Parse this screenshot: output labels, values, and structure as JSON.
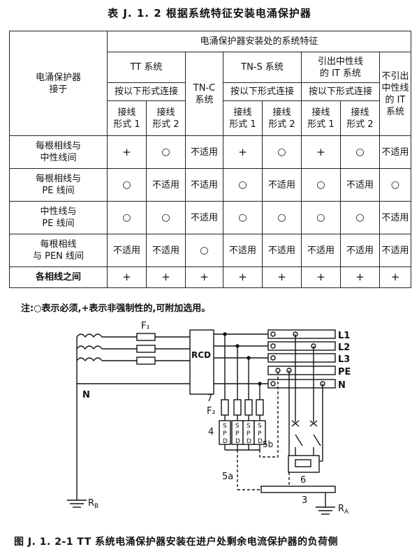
{
  "title": "表 J. 1. 2   根据系统特征安装电涌保护器",
  "table": {
    "corner": "电涌保护器\n接于",
    "group_header": "电涌保护器安装处的系统特征",
    "systems": {
      "tt": "TT 系统",
      "tnc": "TN-C\n系统",
      "tns": "TN-S 系统",
      "it_neutral": "引出中性线\n的 IT 系统",
      "it_no_neutral": "不引出\n中性线\n的 IT\n系统"
    },
    "connect_label": "按以下形式连接",
    "form1": "接线\n形式 1",
    "form2": "接线\n形式 2",
    "rows": [
      {
        "label": "每根相线与\n中性线间",
        "cells": [
          "+",
          "○",
          "不适用",
          "+",
          "○",
          "+",
          "○",
          "不适用"
        ]
      },
      {
        "label": "每根相线与\nPE 线间",
        "cells": [
          "○",
          "不适用",
          "不适用",
          "○",
          "不适用",
          "○",
          "不适用",
          "○"
        ]
      },
      {
        "label": "中性线与\nPE 线间",
        "cells": [
          "○",
          "○",
          "不适用",
          "○",
          "○",
          "○",
          "○",
          "不适用"
        ]
      },
      {
        "label": "每根相线\n与 PEN 线间",
        "cells": [
          "不适用",
          "不适用",
          "○",
          "不适用",
          "不适用",
          "不适用",
          "不适用",
          "不适用"
        ]
      },
      {
        "label": "各相线之间",
        "cells": [
          "+",
          "+",
          "+",
          "+",
          "+",
          "+",
          "+",
          "+"
        ]
      }
    ]
  },
  "note": "注:○表示必须,+表示非强制性的,可附加选用。",
  "diagram": {
    "f1": "F₁",
    "f2": "F₂",
    "rcd": "RCD",
    "n_left": "N",
    "rb": "R",
    "rb_sub": "B",
    "ra": "R",
    "ra_sub": "A",
    "bus": [
      "L1",
      "L2",
      "L3",
      "PE",
      "N"
    ],
    "num7": "7",
    "num4": "4",
    "num5b": "5b",
    "num5a": "5a",
    "num6": "6",
    "num3": "3",
    "spd_letters": [
      "S",
      "P",
      "D"
    ]
  },
  "caption": "图 J. 1. 2-1   TT 系统电涌保护器安装在进户处剩余电流保护器的负荷侧"
}
